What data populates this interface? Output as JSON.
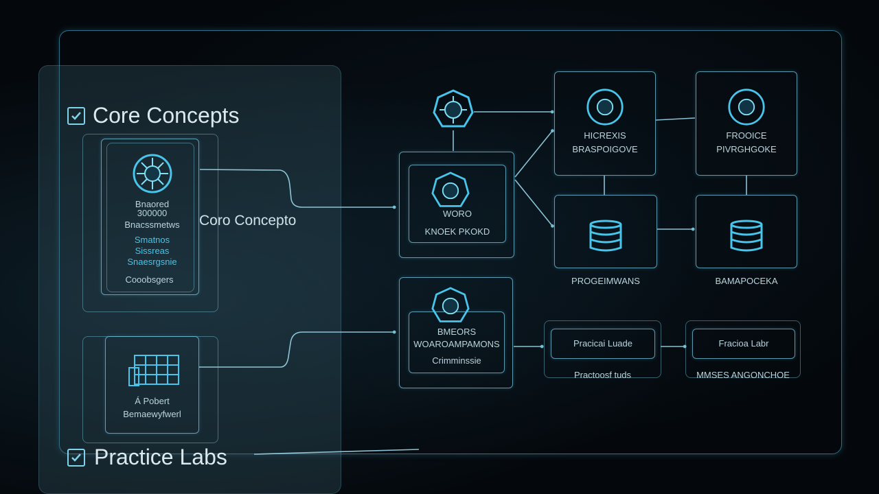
{
  "sections": {
    "core_title": "Core Concepts",
    "labs_title": "Practice Labs"
  },
  "left_cards": {
    "top": {
      "lines": [
        "Bnaored",
        "300000",
        "Bnacssmetws",
        "Smatnos",
        "Sissreas",
        "Snaesrgsnie",
        "Cooobsgers"
      ]
    },
    "bottom": {
      "lines": [
        "Á Pobert",
        "Bemaewyfwerl"
      ]
    }
  },
  "connector_label": "Coro Concepto",
  "nodes": {
    "center_top": {
      "label": "KNOEK PKOKD",
      "sub": "WORO"
    },
    "top_mid": {
      "line1": "HICREXIS",
      "line2": "BRASPOIGOVE"
    },
    "top_right": {
      "line1": "FROOICE",
      "line2": "PIVRGHGOKE"
    },
    "db_mid": {
      "label": "PROGEIMWANS"
    },
    "db_right": {
      "label": "BAMAPOCEKA"
    },
    "center_bottom": {
      "line1": "BMEORS",
      "line2": "WOAROAMPAMONS",
      "line3": "Crimminssie"
    },
    "lab_mid": {
      "box": "Pracicai Luade",
      "sub": "Practoosf tuds"
    },
    "lab_right": {
      "box": "Fracioa Labr",
      "sub": "MMSES ANGONCHOE"
    }
  },
  "colors": {
    "accent": "#49c4ea",
    "frame": "#56c4e6",
    "background": "#04080c",
    "text": "#dbe9ee"
  },
  "icons": [
    "network-hub-icon",
    "database-icon",
    "checkbox-icon",
    "server-rack-icon"
  ]
}
